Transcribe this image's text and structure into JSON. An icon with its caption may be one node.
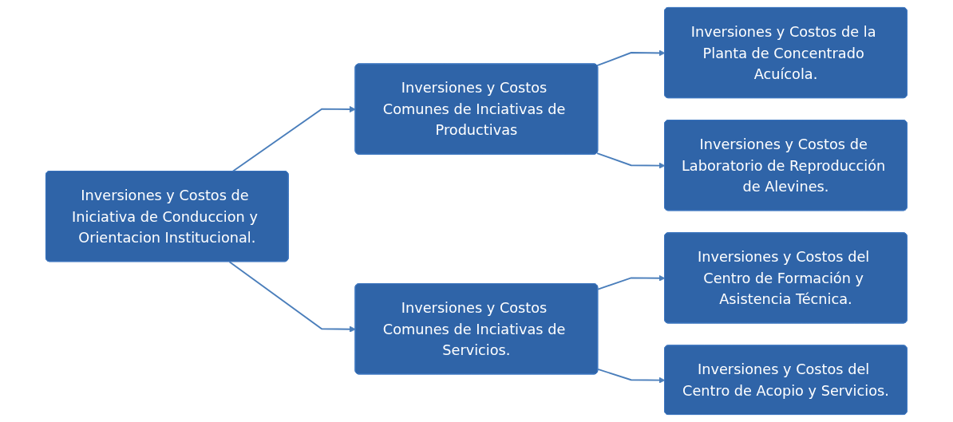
{
  "diagram": {
    "nodes": [
      {
        "text": [
          "Inversiones y Costos de Iniciativa de Conduccion y Orientacion Institucional."
        ]
      },
      {
        "text": [
          "Inversiones y Costos Comunes de Inciativas de Productivas"
        ]
      },
      {
        "text": [
          "Inversiones y Costos de la Planta de Concentrado Acuícola."
        ]
      },
      {
        "text": [
          "Inversiones y Costos de Laboratorio de Reproducción de Alevines."
        ]
      },
      {
        "text": [
          "Inversiones y Costos Comunes de Inciativas de Servicios."
        ]
      },
      {
        "text": [
          "Inversiones y Costos del Centro de Formación y Asistencia Técnica."
        ]
      },
      {
        "text": [
          "Inversiones y Costos del Centro de Acopio y Servicios."
        ]
      }
    ],
    "edges": [
      {
        "from": 0,
        "to": 1,
        "arrow": "to"
      },
      {
        "from": 0,
        "to": 4,
        "arrow": "to"
      },
      {
        "from": 1,
        "to": 2,
        "arrow": "to"
      },
      {
        "from": 1,
        "to": 3,
        "arrow": "to"
      },
      {
        "from": 4,
        "to": 5,
        "arrow": "to"
      },
      {
        "from": 4,
        "to": 6,
        "arrow": "to"
      }
    ]
  }
}
